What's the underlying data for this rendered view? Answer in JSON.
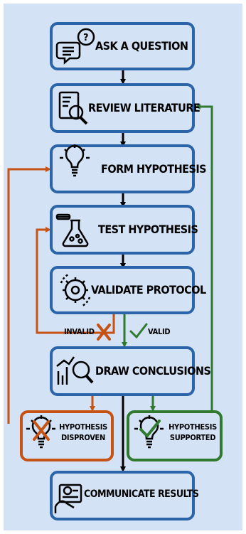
{
  "steps": {
    "ask": "Ask a question",
    "review": "Review Literature",
    "form": "Form Hypothesis",
    "test": "Test Hypothesis",
    "validate": "Validate Protocol",
    "draw": "Draw Conclusions",
    "communicate": "Communicate Results"
  },
  "outcomes": {
    "disproven_line1": "Hypothesis",
    "disproven_line2": "disproven",
    "supported_line1": "Hypothesis",
    "supported_line2": "Supported"
  },
  "branches": {
    "invalid": "Invalid",
    "valid": "Valid"
  },
  "colors": {
    "background": "#d3e3f5",
    "box_border": "#2b64a8",
    "box_fill": "#d3e3f5",
    "disproven": "#c65214",
    "supported": "#2f7a2f"
  }
}
